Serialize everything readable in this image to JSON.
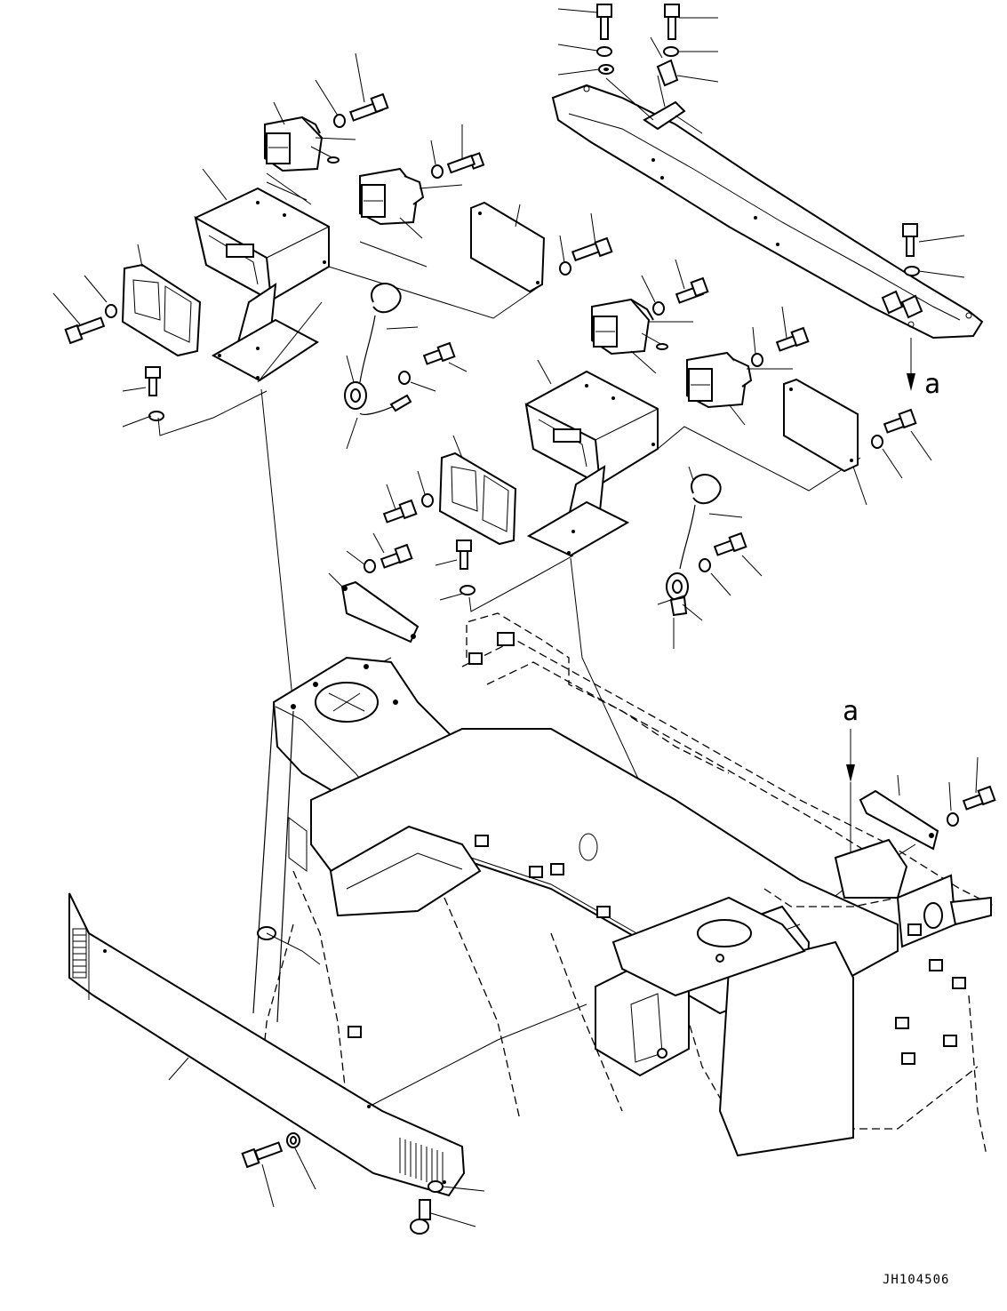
{
  "drawing": {
    "reference_label_top": "a",
    "reference_label_frame": "a",
    "drawing_number": "JH104506"
  },
  "colors": {
    "ink": "#000000",
    "paper": "#ffffff"
  }
}
